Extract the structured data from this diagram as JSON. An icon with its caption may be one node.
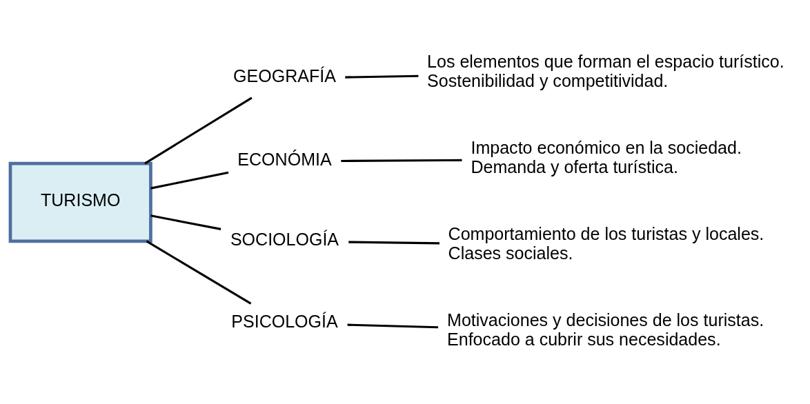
{
  "diagram": {
    "nodes": [
      {
        "text": [
          "TURISMO"
        ]
      },
      {
        "text": [
          "GEOGRAFÍA"
        ]
      },
      {
        "text": [
          "ECONÓMIA"
        ]
      },
      {
        "text": [
          "SOCIOLOGÍA"
        ]
      },
      {
        "text": [
          "PSICOLOGÍA"
        ]
      },
      {
        "text": [
          "Los elementos que forman el espacio turístico.",
          "Sostenibilidad y competitividad."
        ]
      },
      {
        "text": [
          "Impacto económico en la sociedad.",
          "Demanda y oferta turística."
        ]
      },
      {
        "text": [
          "Comportamiento de los turistas y locales.",
          "Clases sociales."
        ]
      },
      {
        "text": [
          "Motivaciones y decisiones de los turistas.",
          "Enfocado a cubrir sus necesidades."
        ]
      }
    ],
    "edges": [
      {
        "from": 0,
        "to": 1,
        "arrow": "none"
      },
      {
        "from": 0,
        "to": 2,
        "arrow": "none"
      },
      {
        "from": 0,
        "to": 3,
        "arrow": "none"
      },
      {
        "from": 0,
        "to": 4,
        "arrow": "none"
      },
      {
        "from": 1,
        "to": 5,
        "arrow": "none"
      },
      {
        "from": 2,
        "to": 6,
        "arrow": "none"
      },
      {
        "from": 3,
        "to": 7,
        "arrow": "none"
      },
      {
        "from": 4,
        "to": 8,
        "arrow": "none"
      }
    ]
  }
}
